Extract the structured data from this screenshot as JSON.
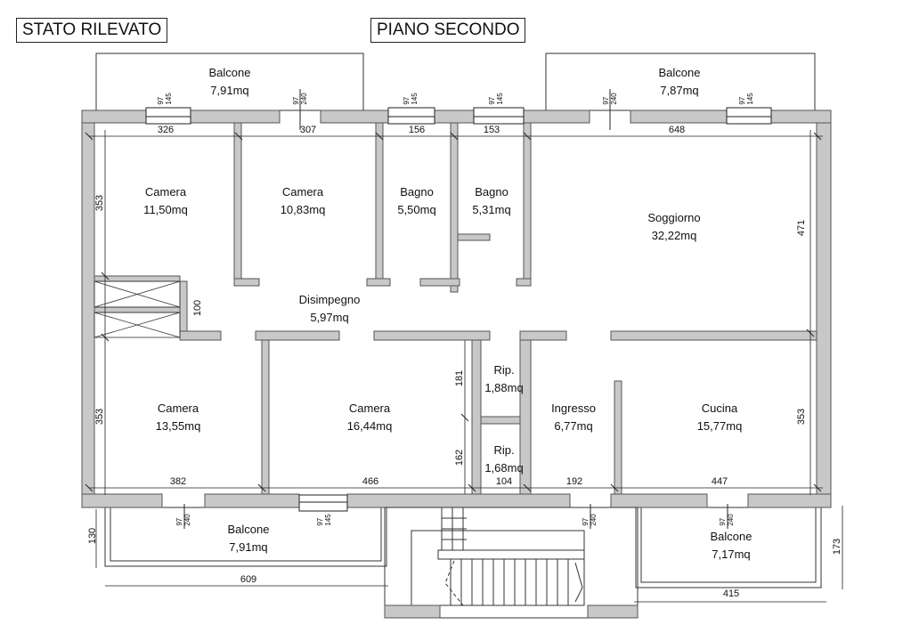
{
  "header": {
    "left_title": "STATO RILEVATO",
    "right_title": "PIANO SECONDO"
  },
  "rooms": {
    "balcone_top_left": {
      "name": "Balcone",
      "area": "7,91mq"
    },
    "balcone_top_right": {
      "name": "Balcone",
      "area": "7,87mq"
    },
    "camera_1": {
      "name": "Camera",
      "area": "11,50mq"
    },
    "camera_2": {
      "name": "Camera",
      "area": "10,83mq"
    },
    "bagno_1": {
      "name": "Bagno",
      "area": "5,50mq"
    },
    "bagno_2": {
      "name": "Bagno",
      "area": "5,31mq"
    },
    "soggiorno": {
      "name": "Soggiorno",
      "area": "32,22mq"
    },
    "disimpegno": {
      "name": "Disimpegno",
      "area": "5,97mq"
    },
    "camera_3": {
      "name": "Camera",
      "area": "13,55mq"
    },
    "camera_4": {
      "name": "Camera",
      "area": "16,44mq"
    },
    "rip_1": {
      "name": "Rip.",
      "area": "1,88mq"
    },
    "rip_2": {
      "name": "Rip.",
      "area": "1,68mq"
    },
    "ingresso": {
      "name": "Ingresso",
      "area": "6,77mq"
    },
    "cucina": {
      "name": "Cucina",
      "area": "15,77mq"
    },
    "balcone_bottom_left": {
      "name": "Balcone",
      "area": "7,91mq"
    },
    "balcone_bottom_right": {
      "name": "Balcone",
      "area": "7,17mq"
    }
  },
  "dimensions": {
    "top_326": "326",
    "top_307": "307",
    "top_156": "156",
    "top_153": "153",
    "top_648": "648",
    "bottom_382": "382",
    "bottom_466": "466",
    "bottom_104": "104",
    "bottom_192": "192",
    "bottom_447": "447",
    "left_353_top": "353",
    "left_100": "100",
    "left_353_bottom": "353",
    "right_471": "471",
    "right_353": "353",
    "rip_181": "181",
    "rip_162": "162",
    "balcony_130": "130",
    "balcony_173": "173",
    "balcony_609": "609",
    "balcony_415": "415"
  },
  "windows": [
    {
      "id": "w1",
      "width": "97",
      "height": "145"
    },
    {
      "id": "w2",
      "width": "97",
      "height": "240"
    },
    {
      "id": "w3",
      "width": "97",
      "height": "145"
    },
    {
      "id": "w4",
      "width": "97",
      "height": "145"
    },
    {
      "id": "w5",
      "width": "97",
      "height": "240"
    },
    {
      "id": "w6",
      "width": "97",
      "height": "145"
    },
    {
      "id": "w7",
      "width": "97",
      "height": "240"
    },
    {
      "id": "w8",
      "width": "97",
      "height": "145"
    },
    {
      "id": "w9",
      "width": "97",
      "height": "240"
    },
    {
      "id": "w10",
      "width": "97",
      "height": "240"
    }
  ],
  "colors": {
    "wall": "#c8c8c8",
    "wall_stroke": "#555555",
    "line": "#222222"
  }
}
